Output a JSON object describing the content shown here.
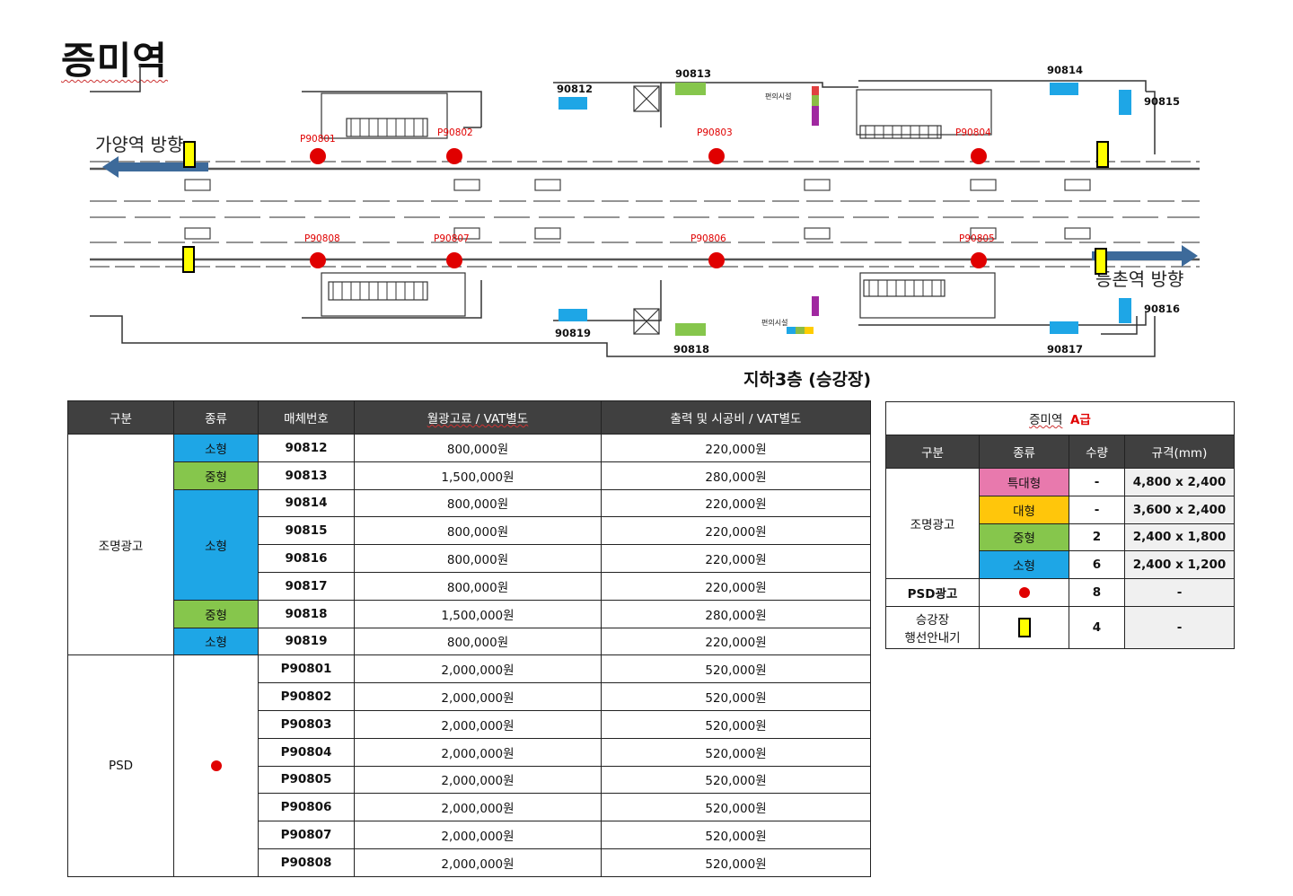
{
  "title": "증미역",
  "caption": "지하3층 (승강장)",
  "map": {
    "dir_left": "가양역 방향",
    "dir_right": "등촌역 방향",
    "lightbox_labels": [
      "90812",
      "90813",
      "90814",
      "90815",
      "90816",
      "90817",
      "90818",
      "90819"
    ],
    "psd_labels": [
      "P90801",
      "P90802",
      "P90803",
      "P90804",
      "P90805",
      "P90806",
      "P90807",
      "P90808"
    ]
  },
  "price_table": {
    "headers": [
      "구분",
      "종류",
      "매체번호",
      "월광고료 / VAT별도",
      "출력 및 시공비 / VAT별도"
    ],
    "group1": "조명광고",
    "group2": "PSD",
    "rows": [
      {
        "type": "소형",
        "id": "90812",
        "fee": "800,000원",
        "cost": "220,000원"
      },
      {
        "type": "중형",
        "id": "90813",
        "fee": "1,500,000원",
        "cost": "280,000원"
      },
      {
        "type": "소형",
        "id": "90814",
        "fee": "800,000원",
        "cost": "220,000원"
      },
      {
        "type": "",
        "id": "90815",
        "fee": "800,000원",
        "cost": "220,000원"
      },
      {
        "type": "",
        "id": "90816",
        "fee": "800,000원",
        "cost": "220,000원"
      },
      {
        "type": "",
        "id": "90817",
        "fee": "800,000원",
        "cost": "220,000원"
      },
      {
        "type": "중형",
        "id": "90818",
        "fee": "1,500,000원",
        "cost": "280,000원"
      },
      {
        "type": "소형",
        "id": "90819",
        "fee": "800,000원",
        "cost": "220,000원"
      },
      {
        "type": "",
        "id": "P90801",
        "fee": "2,000,000원",
        "cost": "520,000원"
      },
      {
        "type": "",
        "id": "P90802",
        "fee": "2,000,000원",
        "cost": "520,000원"
      },
      {
        "type": "",
        "id": "P90803",
        "fee": "2,000,000원",
        "cost": "520,000원"
      },
      {
        "type": "",
        "id": "P90804",
        "fee": "2,000,000원",
        "cost": "520,000원"
      },
      {
        "type": "",
        "id": "P90805",
        "fee": "2,000,000원",
        "cost": "520,000원"
      },
      {
        "type": "",
        "id": "P90806",
        "fee": "2,000,000원",
        "cost": "520,000원"
      },
      {
        "type": "",
        "id": "P90807",
        "fee": "2,000,000원",
        "cost": "520,000원"
      },
      {
        "type": "",
        "id": "P90808",
        "fee": "2,000,000원",
        "cost": "520,000원"
      }
    ]
  },
  "summary": {
    "station": "증미역",
    "grade": "A급",
    "headers": [
      "구분",
      "종류",
      "수량",
      "규격(mm)"
    ],
    "group_light": "조명광고",
    "light_rows": [
      {
        "type": "특대형",
        "qty": "-",
        "size": "4,800 x 2,400"
      },
      {
        "type": "대형",
        "qty": "-",
        "size": "3,600 x 2,400"
      },
      {
        "type": "중형",
        "qty": "2",
        "size": "2,400 x 1,800"
      },
      {
        "type": "소형",
        "qty": "6",
        "size": "2,400 x 1,200"
      }
    ],
    "psd_label": "PSD광고",
    "psd_qty": "8",
    "psd_size": "-",
    "guide_label_1": "승강장",
    "guide_label_2": "행선안내기",
    "guide_qty": "4",
    "guide_size": "-"
  },
  "colors": {
    "small": "#1ea6e6",
    "medium": "#86c64c",
    "xlarge": "#e879ad",
    "large": "#ffc60b",
    "psd": "#e00000",
    "guide": "#ffff00",
    "arrow": "#3d6a9a"
  }
}
